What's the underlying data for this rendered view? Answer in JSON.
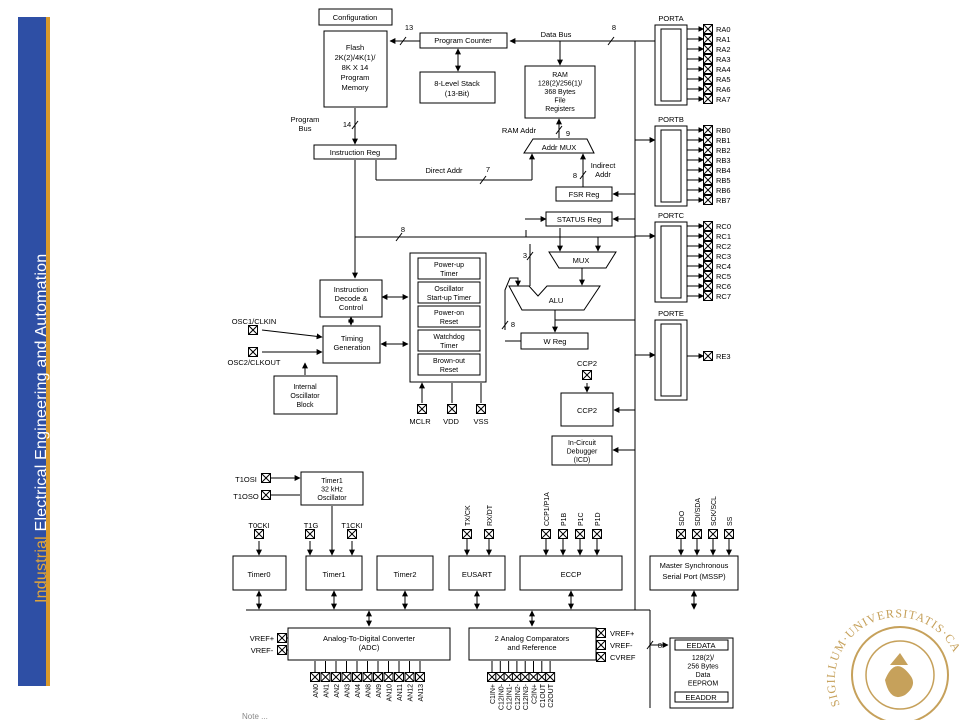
{
  "sidebar": {
    "highlight": "Industrial",
    "rest": " Electrical Engineering and Automation",
    "bg_color": "#2e4fa5",
    "accent_color": "#d99a2b"
  },
  "footnote": "Note ...",
  "blocks": {
    "configuration": "Configuration",
    "flash": [
      "Flash",
      "2K(2)/4K(1)/",
      "8K X 14",
      "Program",
      "Memory"
    ],
    "program_counter": "Program Counter",
    "stack": [
      "8-Level Stack",
      "(13-Bit)"
    ],
    "ram": [
      "RAM",
      "128(2)/256(1)/",
      "368 Bytes",
      "File",
      "Registers"
    ],
    "instruction_reg": "Instruction Reg",
    "addr_mux": "Addr MUX",
    "fsr_reg": "FSR Reg",
    "status_reg": "STATUS Reg",
    "mux": "MUX",
    "alu": "ALU",
    "w_reg": "W Reg",
    "decode": [
      "Instruction",
      "Decode &",
      "Control"
    ],
    "timing": [
      "Timing",
      "Generation"
    ],
    "internal_osc": [
      "Internal",
      "Oscillator",
      "Block"
    ],
    "power_blocks": [
      [
        "Power-up",
        "Timer"
      ],
      [
        "Oscillator",
        "Start-up Timer"
      ],
      [
        "Power-on",
        "Reset"
      ],
      [
        "Watchdog",
        "Timer"
      ],
      [
        "Brown-out",
        "Reset"
      ]
    ],
    "ccp2": "CCP2",
    "icd": [
      "In-Circuit",
      "Debugger",
      "(ICD)"
    ],
    "timer1_osc": [
      "Timer1",
      "32 kHz",
      "Oscillator"
    ],
    "timer0": "Timer0",
    "timer1": "Timer1",
    "timer2": "Timer2",
    "eusart": "EUSART",
    "eccp": "ECCP",
    "mssp": [
      "Master Synchronous",
      "Serial Port (MSSP)"
    ],
    "adc": [
      "Analog-To-Digital Converter",
      "(ADC)"
    ],
    "comparators": [
      "2 Analog Comparators",
      "and Reference"
    ],
    "eedata": "EEDATA",
    "eeprom": [
      "128(2)/",
      "256 Bytes",
      "Data",
      "EEPROM"
    ],
    "eeaddr": "EEADDR"
  },
  "labels": {
    "data_bus": "Data Bus",
    "program_bus": [
      "Program",
      "Bus"
    ],
    "ram_addr": "RAM Addr",
    "direct_addr": "Direct Addr",
    "indirect_addr": [
      "Indirect",
      "Addr"
    ],
    "osc1": "OSC1/CLKIN",
    "osc2": "OSC2/CLKOUT",
    "mclr": "MCLR",
    "vdd": "VDD",
    "vss": "VSS",
    "t1osi": "T1OSI",
    "t1oso": "T1OSO",
    "t0cki": "T0CKI",
    "t1g": "T1G",
    "t1cki": "T1CKI",
    "ccp2_pin": "CCP2",
    "vref_plus": "VREF+",
    "vref_minus": "VREF-",
    "cvref": "CVREF",
    "bus_widths": {
      "b13": "13",
      "b8a": "8",
      "b14": "14",
      "b9": "9",
      "b7": "7",
      "b8b": "8",
      "b8c": "8",
      "b3": "3",
      "b8d": "8",
      "b8e": "8"
    }
  },
  "ports": {
    "porta": {
      "name": "PORTA",
      "pins": [
        "RA0",
        "RA1",
        "RA2",
        "RA3",
        "RA4",
        "RA5",
        "RA6",
        "RA7"
      ]
    },
    "portb": {
      "name": "PORTB",
      "pins": [
        "RB0",
        "RB1",
        "RB2",
        "RB3",
        "RB4",
        "RB5",
        "RB6",
        "RB7"
      ]
    },
    "portc": {
      "name": "PORTC",
      "pins": [
        "RC0",
        "RC1",
        "RC2",
        "RC3",
        "RC4",
        "RC5",
        "RC6",
        "RC7"
      ]
    },
    "porte": {
      "name": "PORTE",
      "pins": [
        "RE3"
      ]
    }
  },
  "pins": {
    "eusart": [
      "TX/CK",
      "RX/DT"
    ],
    "eccp": [
      "CCP1/P1A",
      "P1B",
      "P1C",
      "P1D"
    ],
    "mssp": [
      "SDO",
      "SDI/SDA",
      "SCK/SCL",
      "SS"
    ],
    "adc": [
      "AN0",
      "AN1",
      "AN2",
      "AN3",
      "AN4",
      "AN8",
      "AN9",
      "AN10",
      "AN11",
      "AN12",
      "AN13"
    ],
    "comp": [
      "C1IN+",
      "C12IN0-",
      "C12IN1-",
      "C12IN2-",
      "C12IN3-",
      "C2IN+",
      "C1OUT",
      "C2OUT"
    ]
  },
  "seal_text": "SIGILLUM·UNIVERSITATIS·CAROLINÆ·LUNDENSIS"
}
